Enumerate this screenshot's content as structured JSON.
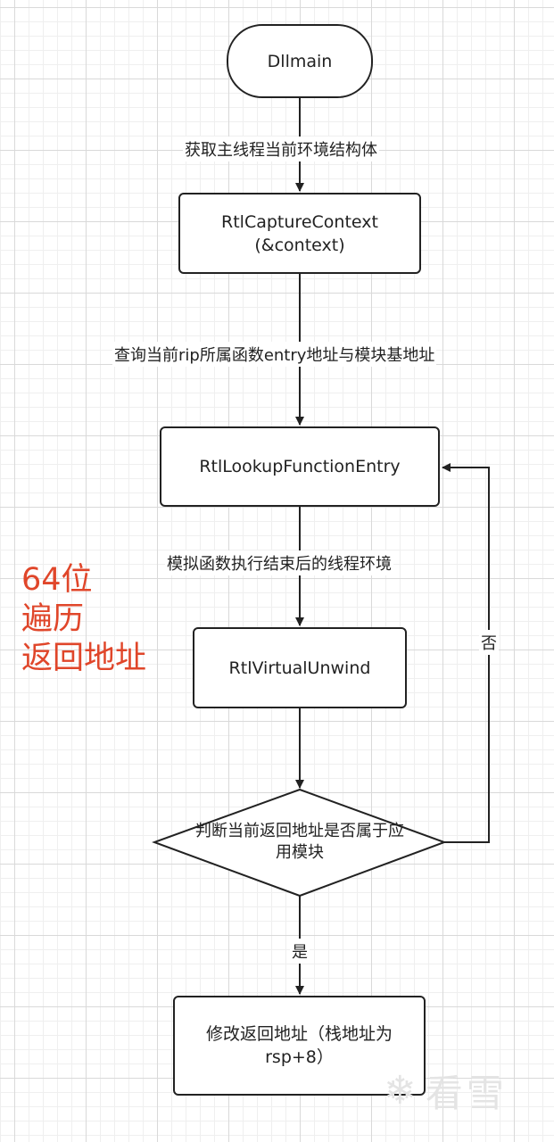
{
  "nodes": {
    "start": "Dllmain",
    "capture_line1": "RtlCaptureContext",
    "capture_line2": "(&context)",
    "lookup": "RtlLookupFunctionEntry",
    "unwind": "RtlVirtualUnwind",
    "decision_line1": "判断当前返回地址是否属于应",
    "decision_line2": "用模块",
    "modify_line1": "修改返回地址（栈地址为",
    "modify_line2": "rsp+8）"
  },
  "edges": {
    "start_to_capture": "获取主线程当前环境结构体",
    "capture_to_lookup": "查询当前rip所属函数entry地址与模块基地址",
    "lookup_to_unwind": "模拟函数执行结束后的线程环境",
    "decision_no": "否",
    "decision_yes": "是"
  },
  "side_note": {
    "line1": "64位",
    "line2": "遍历",
    "line3": "返回地址"
  },
  "watermark": {
    "icon": "snowflake-icon",
    "text": "看雪"
  },
  "colors": {
    "side_note": "#e0462a",
    "stroke": "#222222"
  }
}
